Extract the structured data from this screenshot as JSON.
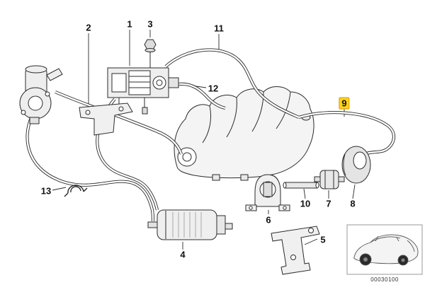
{
  "diagram": {
    "code": "00030100",
    "highlighted_part": "9",
    "highlight_color": "#FFD21C",
    "line_color": "#2B2B2B",
    "callouts": [
      {
        "number": "1",
        "highlighted": false
      },
      {
        "number": "2",
        "highlighted": false
      },
      {
        "number": "3",
        "highlighted": false
      },
      {
        "number": "4",
        "highlighted": false
      },
      {
        "number": "5",
        "highlighted": false
      },
      {
        "number": "6",
        "highlighted": false
      },
      {
        "number": "7",
        "highlighted": false
      },
      {
        "number": "8",
        "highlighted": false
      },
      {
        "number": "9",
        "highlighted": true
      },
      {
        "number": "10",
        "highlighted": false
      },
      {
        "number": "11",
        "highlighted": false
      },
      {
        "number": "12",
        "highlighted": false
      },
      {
        "number": "13",
        "highlighted": false
      }
    ]
  }
}
